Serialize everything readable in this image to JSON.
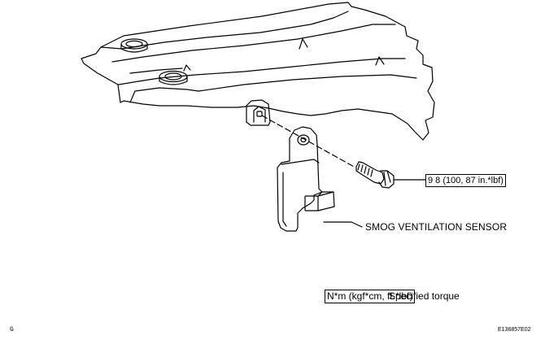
{
  "callouts": {
    "torque_value": "9 8 (100, 87 in.*lbf)",
    "sensor_name": "SMOG VENTILATION SENSOR"
  },
  "legend": {
    "units_box": "N*m (kgf*cm, ft.*lbf)",
    "description": "Specified torque"
  },
  "footer": {
    "corner_code": "G",
    "figure_id": "E136857E02"
  }
}
